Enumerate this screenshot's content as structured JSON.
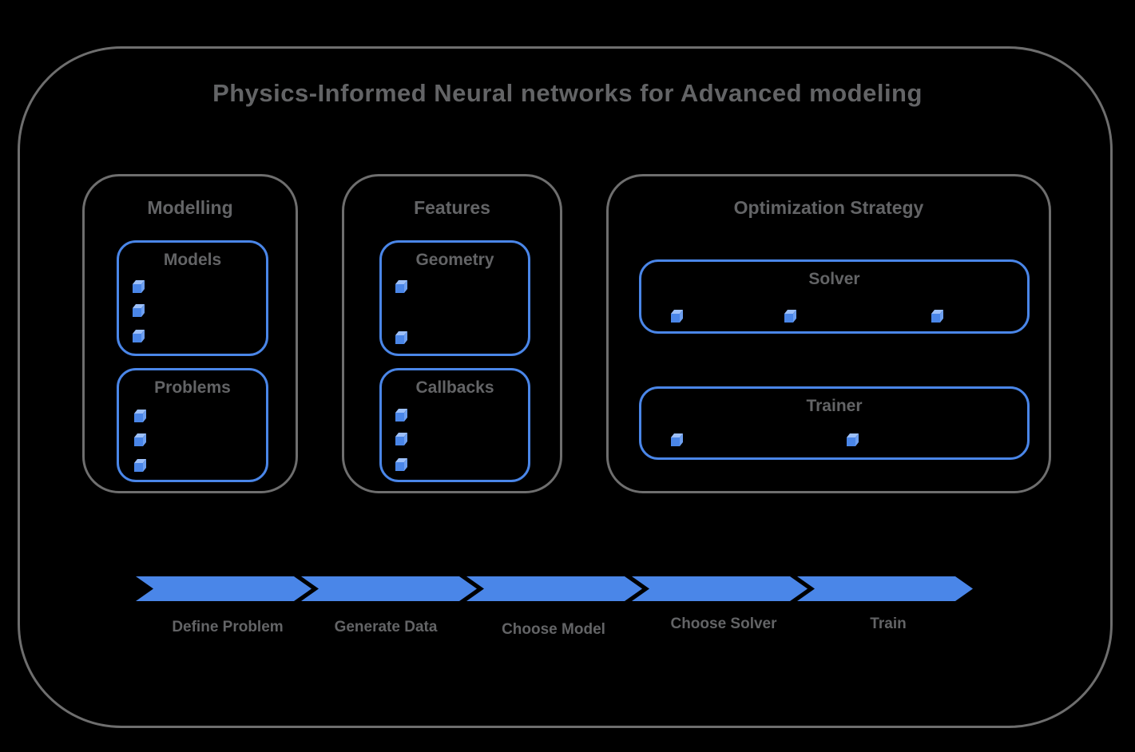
{
  "title": "Physics-Informed Neural networks for Advanced modeling",
  "groups": [
    {
      "label": "Modelling",
      "boxes": [
        {
          "label": "Models",
          "bullet_count": 3
        },
        {
          "label": "Problems",
          "bullet_count": 3
        }
      ]
    },
    {
      "label": "Features",
      "boxes": [
        {
          "label": "Geometry",
          "bullet_count": 2
        },
        {
          "label": "Callbacks",
          "bullet_count": 3
        }
      ]
    },
    {
      "label": "Optimization Strategy",
      "boxes": [
        {
          "label": "Solver",
          "bullet_count": 3
        },
        {
          "label": "Trainer",
          "bullet_count": 2
        }
      ]
    }
  ],
  "flow": {
    "steps": [
      "Define Problem",
      "Generate Data",
      "Choose Model",
      "Choose Solver",
      "Train"
    ]
  },
  "icons": {
    "bullet": "cube-icon"
  },
  "colors": {
    "accent_blue": "#4a86e8",
    "cube_top_blue": "#9dc0f9",
    "cube_side_blue": "#6d9ff0",
    "border_gray": "#6e6e6e",
    "text_gray": "#636466",
    "background": "#000000"
  }
}
